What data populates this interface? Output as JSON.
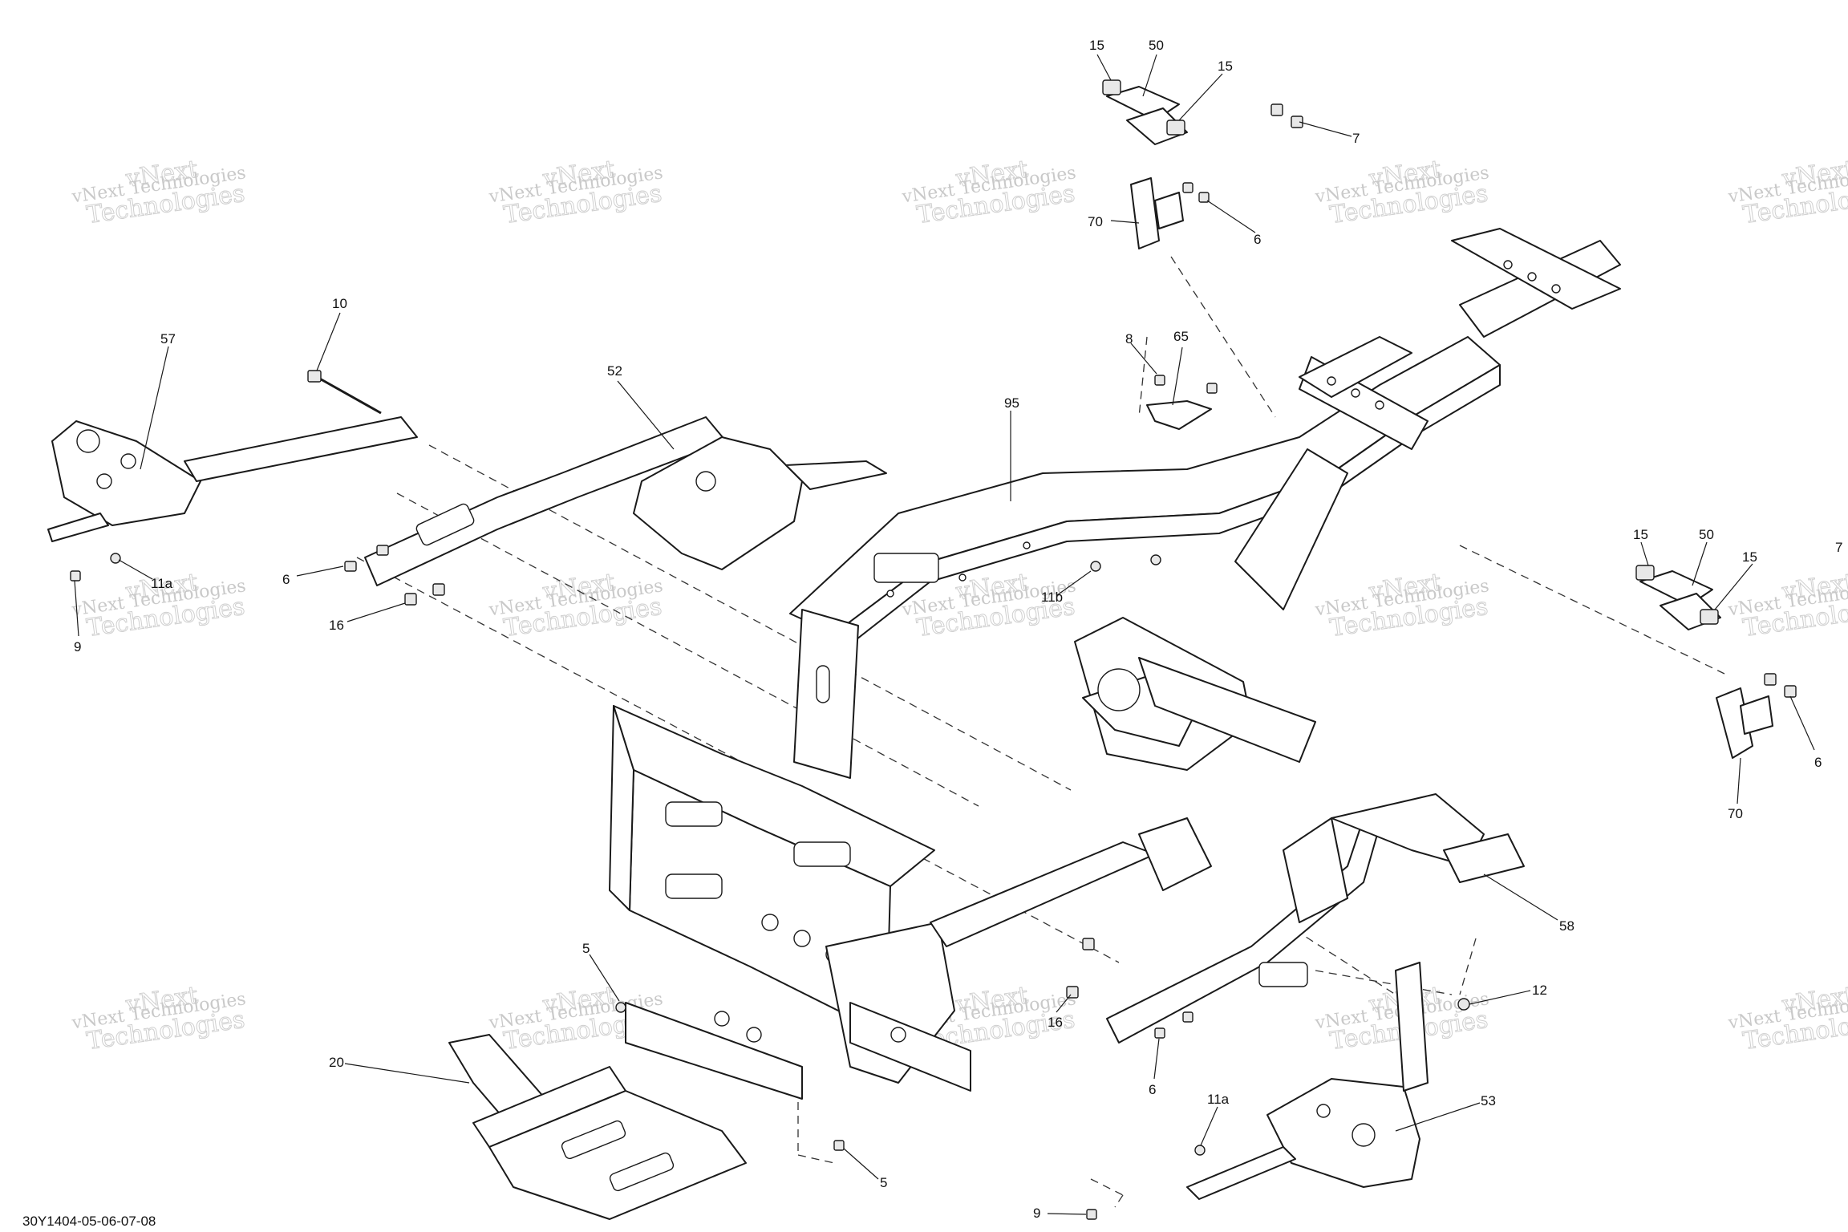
{
  "drawing": {
    "id_label": "30Y1404-05-06-07-08"
  },
  "watermark": {
    "line1": "vNext Technologies",
    "line2": "Technologies",
    "outline": "vNext"
  },
  "callouts": [
    {
      "key": "c-15-a",
      "label": "15"
    },
    {
      "key": "c-50-a",
      "label": "50"
    },
    {
      "key": "c-15-b",
      "label": "15"
    },
    {
      "key": "c-7-a",
      "label": "7"
    },
    {
      "key": "c-70-a",
      "label": "70"
    },
    {
      "key": "c-6-a",
      "label": "6"
    },
    {
      "key": "c-10",
      "label": "10"
    },
    {
      "key": "c-57",
      "label": "57"
    },
    {
      "key": "c-52",
      "label": "52"
    },
    {
      "key": "c-8",
      "label": "8"
    },
    {
      "key": "c-65",
      "label": "65"
    },
    {
      "key": "c-95",
      "label": "95"
    },
    {
      "key": "c-11a-a",
      "label": "11a"
    },
    {
      "key": "c-6-b",
      "label": "6"
    },
    {
      "key": "c-9-a",
      "label": "9"
    },
    {
      "key": "c-16-a",
      "label": "16"
    },
    {
      "key": "c-11b",
      "label": "11b"
    },
    {
      "key": "c-15-c",
      "label": "15"
    },
    {
      "key": "c-50-b",
      "label": "50"
    },
    {
      "key": "c-15-d",
      "label": "15"
    },
    {
      "key": "c-7-b",
      "label": "7"
    },
    {
      "key": "c-6-c",
      "label": "6"
    },
    {
      "key": "c-70-b",
      "label": "70"
    },
    {
      "key": "c-58",
      "label": "58"
    },
    {
      "key": "c-5-a",
      "label": "5"
    },
    {
      "key": "c-12",
      "label": "12"
    },
    {
      "key": "c-16-b",
      "label": "16"
    },
    {
      "key": "c-6-d",
      "label": "6"
    },
    {
      "key": "c-20",
      "label": "20"
    },
    {
      "key": "c-11a-b",
      "label": "11a"
    },
    {
      "key": "c-53",
      "label": "53"
    },
    {
      "key": "c-5-b",
      "label": "5"
    },
    {
      "key": "c-9-b",
      "label": "9"
    }
  ]
}
